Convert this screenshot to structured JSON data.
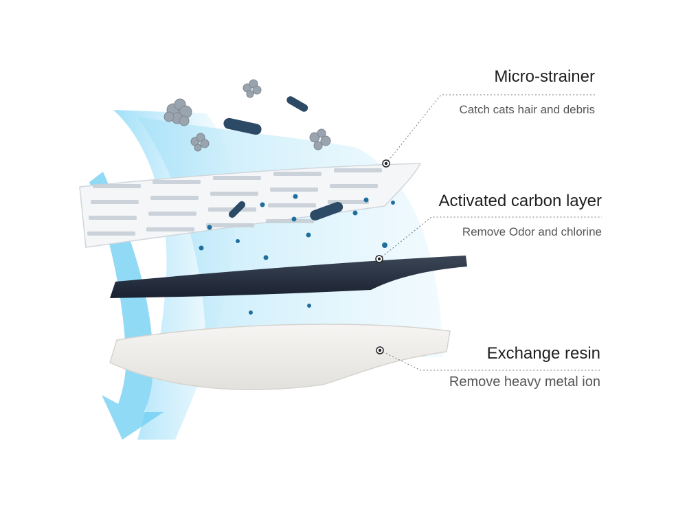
{
  "layers": [
    {
      "title": "Micro-strainer",
      "description": "Catch cats hair and debris"
    },
    {
      "title": "Activated carbon layer",
      "description": "Remove Odor and chlorine"
    },
    {
      "title": "Exchange resin",
      "description": "Remove heavy metal ion"
    }
  ],
  "colors": {
    "water_flow": "#7fd3f5",
    "carbon_layer": "#27313f",
    "resin_layer": "#efedea",
    "strainer": "#f4f6f8",
    "particles": "#9aa4ae",
    "bacteria": "#2c4a66",
    "droplets": "#1f6f9e"
  }
}
